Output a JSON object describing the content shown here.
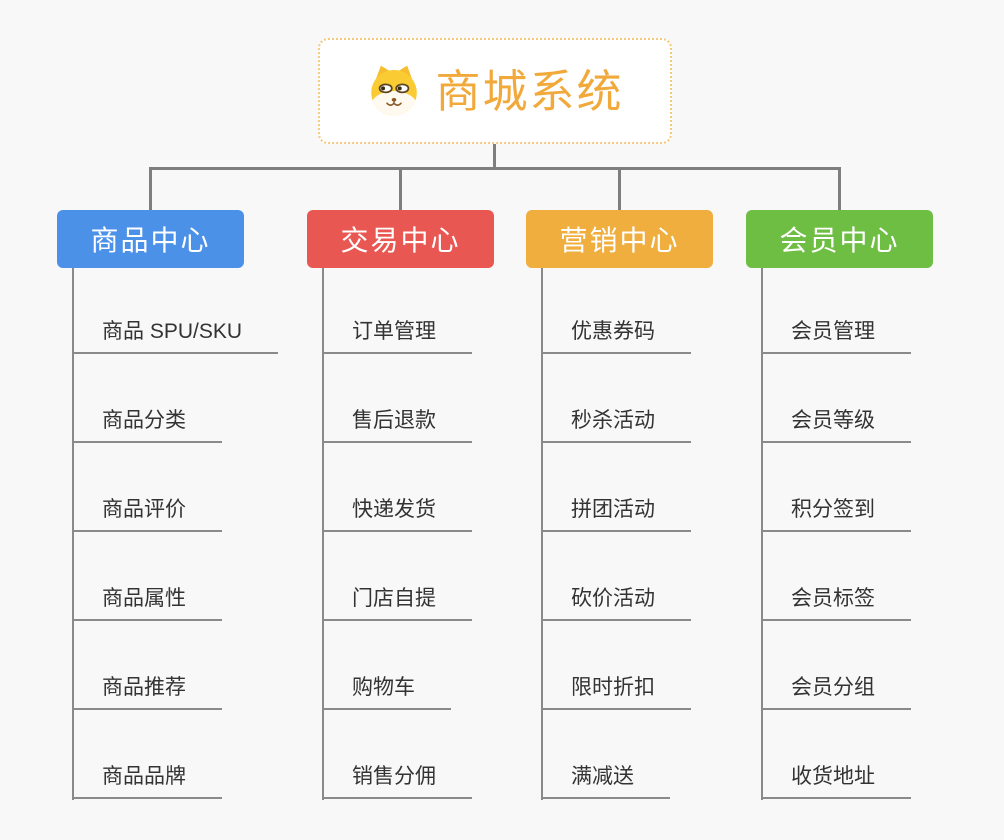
{
  "root": {
    "title": "商城系统",
    "icon": "dog-face-icon",
    "accent_color": "#F2A93B",
    "border_color": "#F5C87E"
  },
  "connector_color": "#7E7E7E",
  "sub_line_color": "#8A8A8A",
  "branches": [
    {
      "label": "商品中心",
      "color": "#4B91E8",
      "items": [
        "商品 SPU/SKU",
        "商品分类",
        "商品评价",
        "商品属性",
        "商品推荐",
        "商品品牌"
      ]
    },
    {
      "label": "交易中心",
      "color": "#E85752",
      "items": [
        "订单管理",
        "售后退款",
        "快递发货",
        "门店自提",
        "购物车",
        "销售分佣"
      ]
    },
    {
      "label": "营销中心",
      "color": "#EFAE3E",
      "items": [
        "优惠券码",
        "秒杀活动",
        "拼团活动",
        "砍价活动",
        "限时折扣",
        "满减送"
      ]
    },
    {
      "label": "会员中心",
      "color": "#6FBE44",
      "items": [
        "会员管理",
        "会员等级",
        "积分签到",
        "会员标签",
        "会员分组",
        "收货地址"
      ]
    }
  ]
}
